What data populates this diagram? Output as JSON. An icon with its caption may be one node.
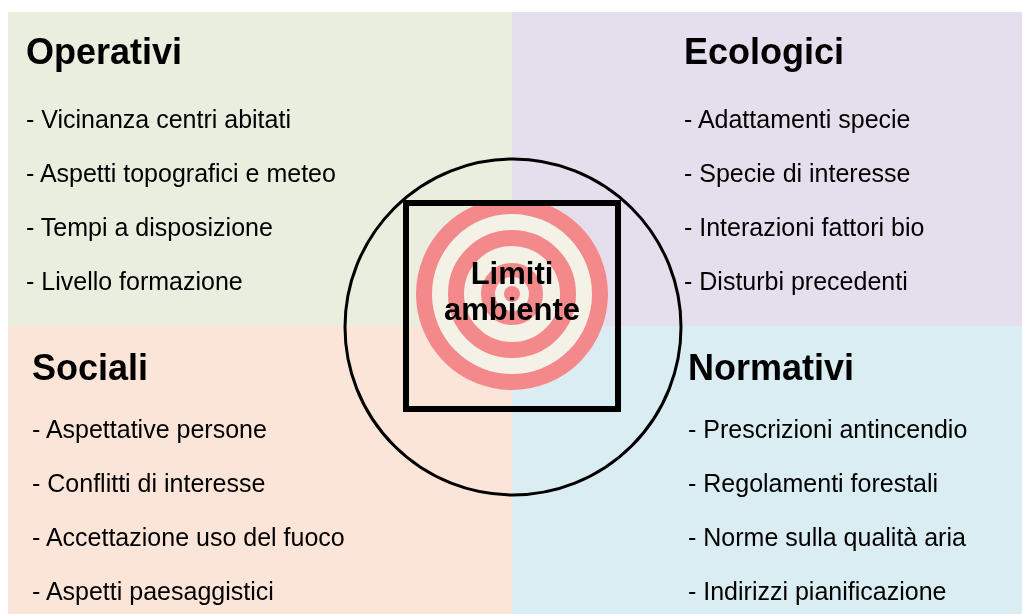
{
  "diagram": {
    "nodes": [
      {
        "text": [
          "Operativi",
          "- Vicinanza centri abitati",
          "- Aspetti topografici e meteo",
          "- Tempi a disposizione",
          "- Livello formazione"
        ]
      },
      {
        "text": [
          "Ecologici",
          "- Adattamenti specie",
          "- Specie di interesse",
          "- Interazioni fattori bio",
          "- Disturbi precedenti"
        ]
      },
      {
        "text": [
          "Sociali",
          "- Aspettative persone",
          "- Conflitti di interesse",
          "- Accettazione uso del fuoco",
          "- Aspetti paesaggistici"
        ]
      },
      {
        "text": [
          "Normativi",
          "- Prescrizioni antincendio",
          "- Regolamenti forestali",
          "- Norme sulla qualità aria",
          "- Indirizzi pianificazione"
        ]
      },
      {
        "text": [],
        "shape": "circle"
      },
      {
        "text": [
          "Limiti ambiente"
        ],
        "in": 4
      }
    ]
  }
}
